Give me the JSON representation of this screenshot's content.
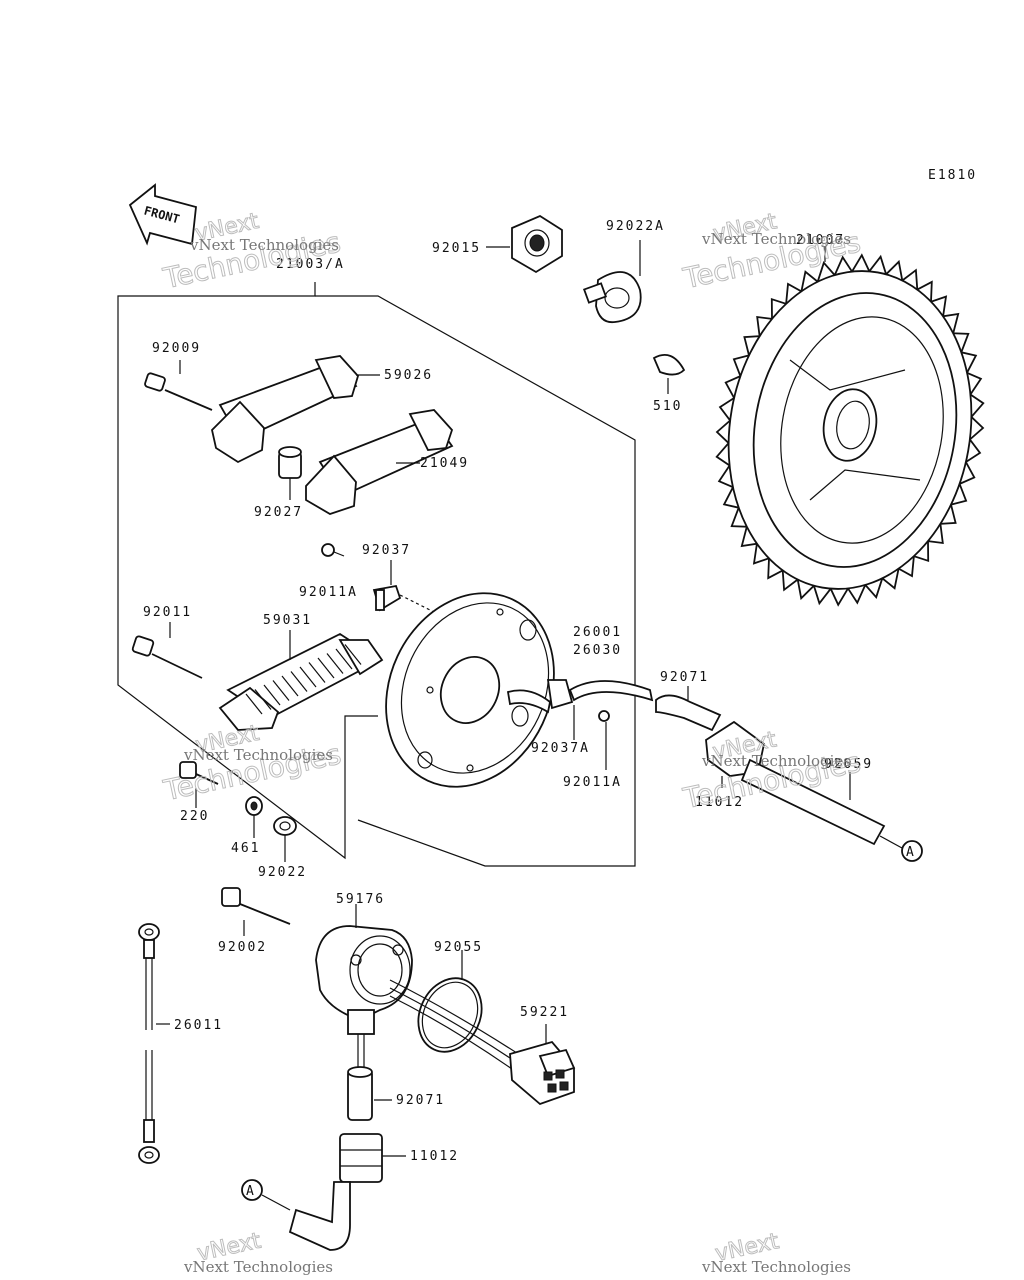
{
  "diagram_code": "E1810",
  "front_label": "FRONT",
  "watermark": {
    "line1": "vNext",
    "line2": "Technologies",
    "small": "vNext Technologies"
  },
  "parts": {
    "p21003A": "21003/A",
    "p92015": "92015",
    "p92022A": "92022A",
    "p21007": "21007",
    "p92009": "92009",
    "p59026": "59026",
    "p510": "510",
    "p21049": "21049",
    "p92027": "92027",
    "p92037": "92037",
    "p92011A_top": "92011A",
    "p92011": "92011",
    "p59031": "59031",
    "p26001": "26001",
    "p26030": "26030",
    "p92071_top": "92071",
    "p92037A": "92037A",
    "p92011A_bot": "92011A",
    "p92059": "92059",
    "p11012_top": "11012",
    "p220": "220",
    "p461": "461",
    "p92022": "92022",
    "p59176": "59176",
    "p92002": "92002",
    "p92055": "92055",
    "p26011": "26011",
    "p59221": "59221",
    "p92071_bot": "92071",
    "p11012_bot": "11012"
  },
  "reference_marker": "A"
}
